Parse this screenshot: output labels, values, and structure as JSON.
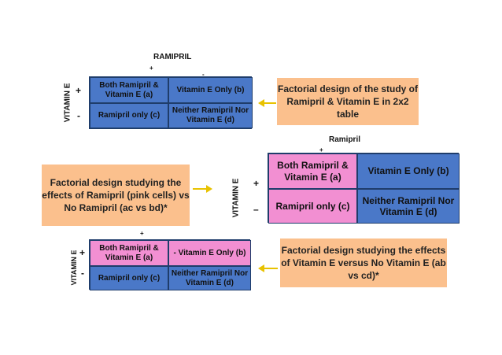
{
  "colors": {
    "blue": "#4a78c8",
    "pink": "#f28fd2",
    "callout": "#fbc08d",
    "arrow": "#e8c200"
  },
  "table1": {
    "top_label": "RAMIPRIL",
    "top_plus": "+",
    "top_minus": "-",
    "side_label": "VITAMIN E",
    "side_plus": "+",
    "side_minus": "-",
    "cell_a": "Both Ramipril & Vitamin E (a)",
    "cell_b": "Vitamin E Only (b)",
    "cell_c": "Ramipril only (c)",
    "cell_d": "Neither Ramipril Nor Vitamin E (d)"
  },
  "callout1": "Factorial design of the study of Ramipril & Vitamin E in 2x2 table",
  "table2": {
    "top_label": "Ramipril",
    "top_plus": "+",
    "side_label": "VITAMIN E",
    "side_plus": "+",
    "side_minus": "–",
    "cell_a": "Both Ramipril & Vitamin E (a)",
    "cell_b": "Vitamin E Only (b)",
    "cell_c": "Ramipril only (c)",
    "cell_d": "Neither Ramipril Nor Vitamin E (d)"
  },
  "callout2": "Factorial design studying the effects of Ramipril (pink cells) vs No Ramipril (ac vs bd)*",
  "table3": {
    "top_plus": "+",
    "side_label": "VITAMIN E",
    "side_plus": "+",
    "side_minus": "-",
    "cell_a": "Both Ramipril & Vitamin E (a)",
    "cell_b": "- Vitamin E Only (b)",
    "cell_c": "Ramipril only (c)",
    "cell_d": "Neither Ramipril Nor Vitamin E (d)"
  },
  "callout3": "Factorial design studying the effects of Vitamin E versus No Vitamin E (ab vs cd)*"
}
